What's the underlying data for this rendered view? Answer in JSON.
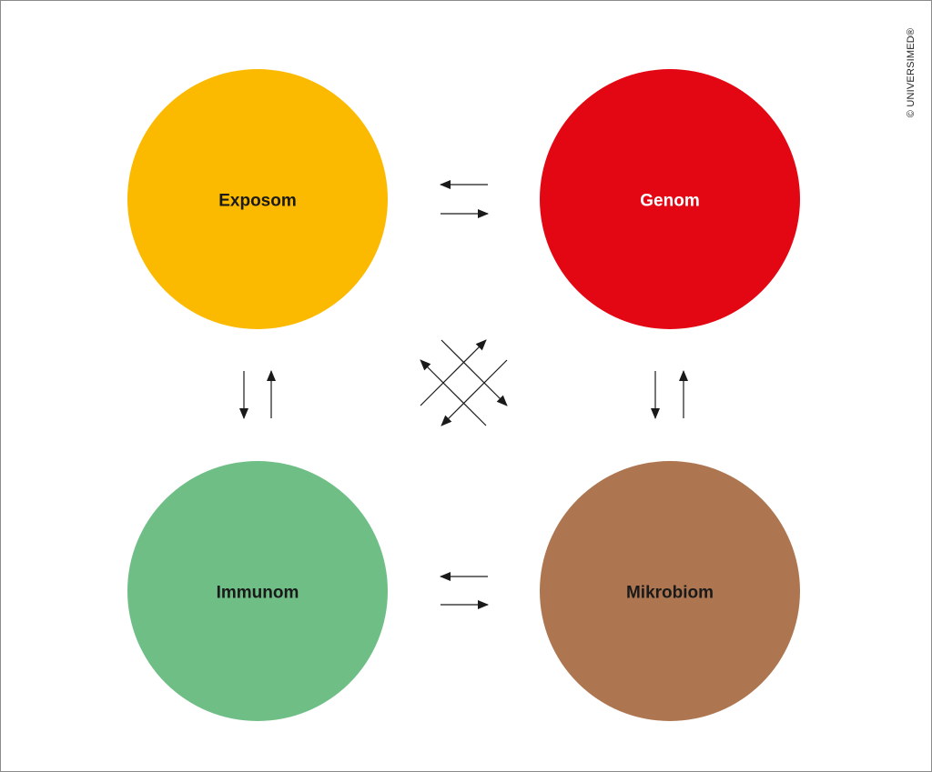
{
  "nodes": [
    {
      "label": "Exposom",
      "color": "#FBBA00",
      "text_color": "#1a1a1a"
    },
    {
      "label": "Genom",
      "color": "#E30613",
      "text_color": "#ffffff"
    },
    {
      "label": "Immunom",
      "color": "#6FBE86",
      "text_color": "#1a1a1a"
    },
    {
      "label": "Mikrobiom",
      "color": "#AE7650",
      "text_color": "#1a1a1a"
    }
  ],
  "edges": [
    {
      "from": "Exposom",
      "to": "Genom",
      "bidirectional": true
    },
    {
      "from": "Immunom",
      "to": "Mikrobiom",
      "bidirectional": true
    },
    {
      "from": "Exposom",
      "to": "Immunom",
      "bidirectional": true
    },
    {
      "from": "Genom",
      "to": "Mikrobiom",
      "bidirectional": true
    },
    {
      "from": "Exposom",
      "to": "Mikrobiom",
      "bidirectional": true
    },
    {
      "from": "Genom",
      "to": "Immunom",
      "bidirectional": true
    }
  ],
  "arrow_color": "#1a1a1a",
  "copyright": "© UNIVERSIMED®"
}
